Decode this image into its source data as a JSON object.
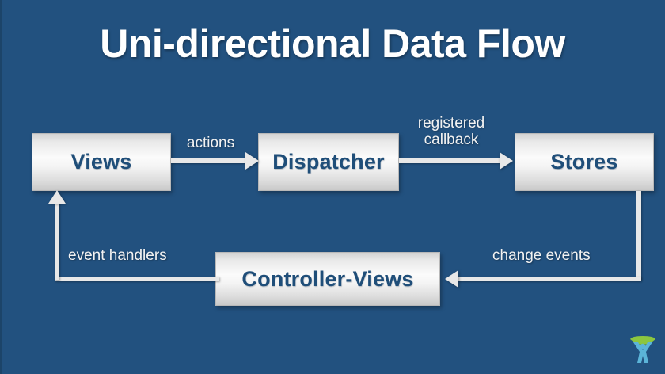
{
  "slide": {
    "title": "Uni-directional Data Flow",
    "background_color": "#22517f",
    "node_text_color": "#1f4e79",
    "connector_color": "#e8e8e8",
    "label_color": "#f2f2f2"
  },
  "diagram": {
    "type": "flow-diagram",
    "nodes": [
      {
        "id": "views",
        "label": "Views"
      },
      {
        "id": "dispatcher",
        "label": "Dispatcher"
      },
      {
        "id": "stores",
        "label": "Stores"
      },
      {
        "id": "controller-views",
        "label": "Controller-Views"
      }
    ],
    "edges": [
      {
        "from": "views",
        "to": "dispatcher",
        "label": "actions",
        "direction": "right"
      },
      {
        "from": "dispatcher",
        "to": "stores",
        "label": "registered\ncallback",
        "direction": "right"
      },
      {
        "from": "stores",
        "to": "controller-views",
        "label": "change events",
        "direction": "down-left"
      },
      {
        "from": "controller-views",
        "to": "views",
        "label": "event handlers",
        "direction": "left-up"
      }
    ]
  },
  "logo": {
    "name": "company-logo",
    "arc_color": "#8cc63f",
    "figure_color": "#5bb4d8"
  }
}
